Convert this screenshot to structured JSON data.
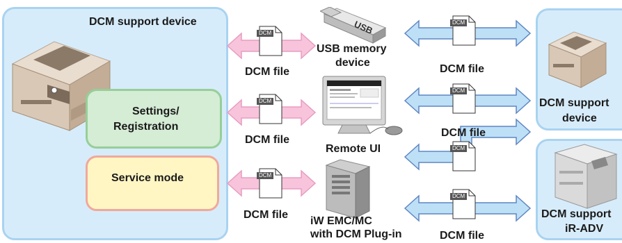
{
  "left_panel": {
    "title": "DCM support device",
    "settings_label": [
      "Settings/",
      "Registration"
    ],
    "service_label": "Service mode"
  },
  "file_labels": {
    "left_top": "DCM file",
    "left_mid": "DCM file",
    "left_bottom": "DCM file",
    "right_top": "DCM file",
    "right_mid": "DCM file",
    "right_bottom": "DCM file"
  },
  "doc_tag": "DCM",
  "center": {
    "usb": [
      "USB memory",
      "device"
    ],
    "remote": "Remote UI",
    "iw": [
      "iW EMC/MC",
      "with DCM Plug-in"
    ]
  },
  "right": {
    "device": [
      "DCM support",
      "device"
    ],
    "iradv": [
      "DCM support",
      "iR-ADV"
    ]
  },
  "usb_text": "USB",
  "colors": {
    "panel": "#d7ecfa",
    "panel_border": "#a9d3f1",
    "pink_arrow": "#f7c4dc",
    "blue_arrow": "#bde0f7",
    "arrow_border": "#5f86c2"
  }
}
